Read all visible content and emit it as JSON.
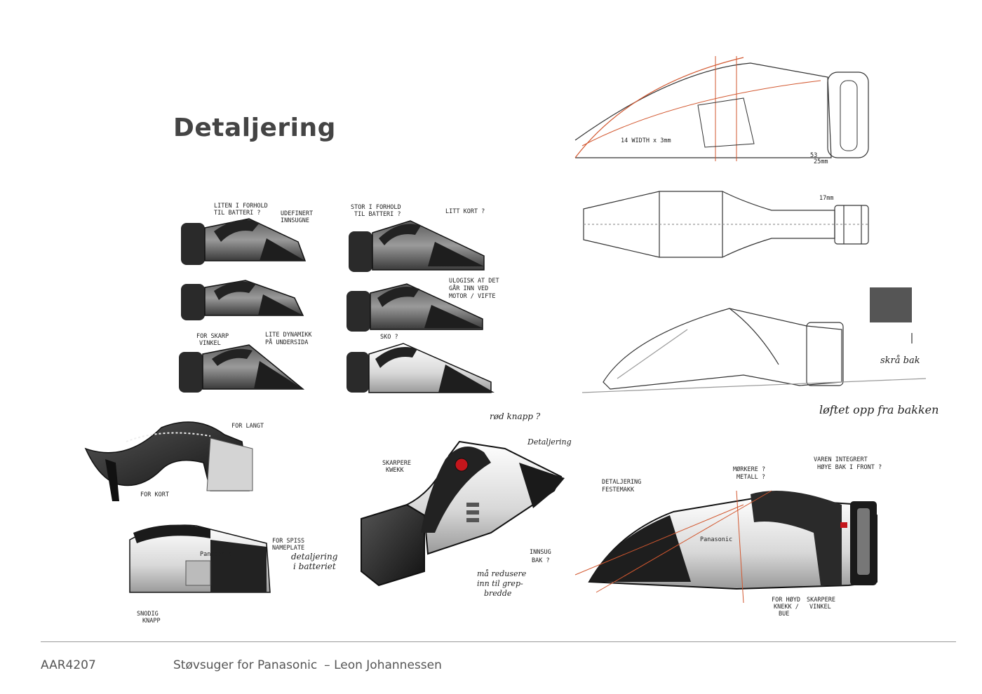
{
  "page": {
    "title": "Detaljering",
    "course_code": "AAR4207",
    "subject": "Støvsuger for Panasonic",
    "author": "– Leon Johannessen"
  },
  "annotations": {
    "a1": "LITEN I FORHOLD",
    "a1b": "TIL BATTERI ?",
    "a2": "UDEFINERT",
    "a2b": "INNSUGNE",
    "a3": "STOR I FORHOLD",
    "a3b": "TIL BATTERI ?",
    "a4": "LITT KORT ?",
    "a5": "ULOGISK AT DET",
    "a5b": "GÅR INN VED",
    "a5c": "MOTOR / VIFTE",
    "a6": "FOR SKARP",
    "a6b": "VINKEL",
    "a7": "LITE DYNAMIKK",
    "a7b": "PÅ UNDERSIDA",
    "a8": "SKO ?",
    "a9": "FOR LANGT",
    "a10": "FOR KORT",
    "a11": "FOR SPISS",
    "a11b": "NAMEPLATE",
    "a12": "SNODIG",
    "a12b": "KNAPP",
    "a13": "rød knapp ?",
    "a14": "Detaljering",
    "a15": "SKARPERE",
    "a15b": "KWEKK",
    "a16": "detaljering",
    "a16b": "i batteriet",
    "a17": "INNSUG",
    "a17b": "BAK ?",
    "a18": "må redusere",
    "a18b": "inn til grep-",
    "a18c": "bredde",
    "a19": "skrå bak",
    "a20": "løftet opp fra bakken",
    "a21": "DETALJERING",
    "a21b": "FESTEMAKK",
    "a22": "MØRKERE ?",
    "a22b": "METALL ?",
    "a23": "VAREN INTEGRERT",
    "a23b": "HØYE BAK I FRONT ?",
    "a24": "FOR HØYD",
    "a24b": "KNEKK /",
    "a24c": "BUE",
    "a25": "SKARPERE",
    "a25b": "VINKEL",
    "brand": "Panasonic",
    "brand_small": "Panasonic",
    "dim1": "14 WIDTH x 3mm",
    "dim2": "25mm",
    "dim3": "53",
    "dim4": "17mm"
  },
  "colors": {
    "ink": "#1a1a1a",
    "dark_grey": "#3a3a3a",
    "mid_grey": "#8a8a8a",
    "light_grey": "#cfcfcf",
    "construction_red": "#d2572f",
    "button_red": "#c4161c"
  }
}
